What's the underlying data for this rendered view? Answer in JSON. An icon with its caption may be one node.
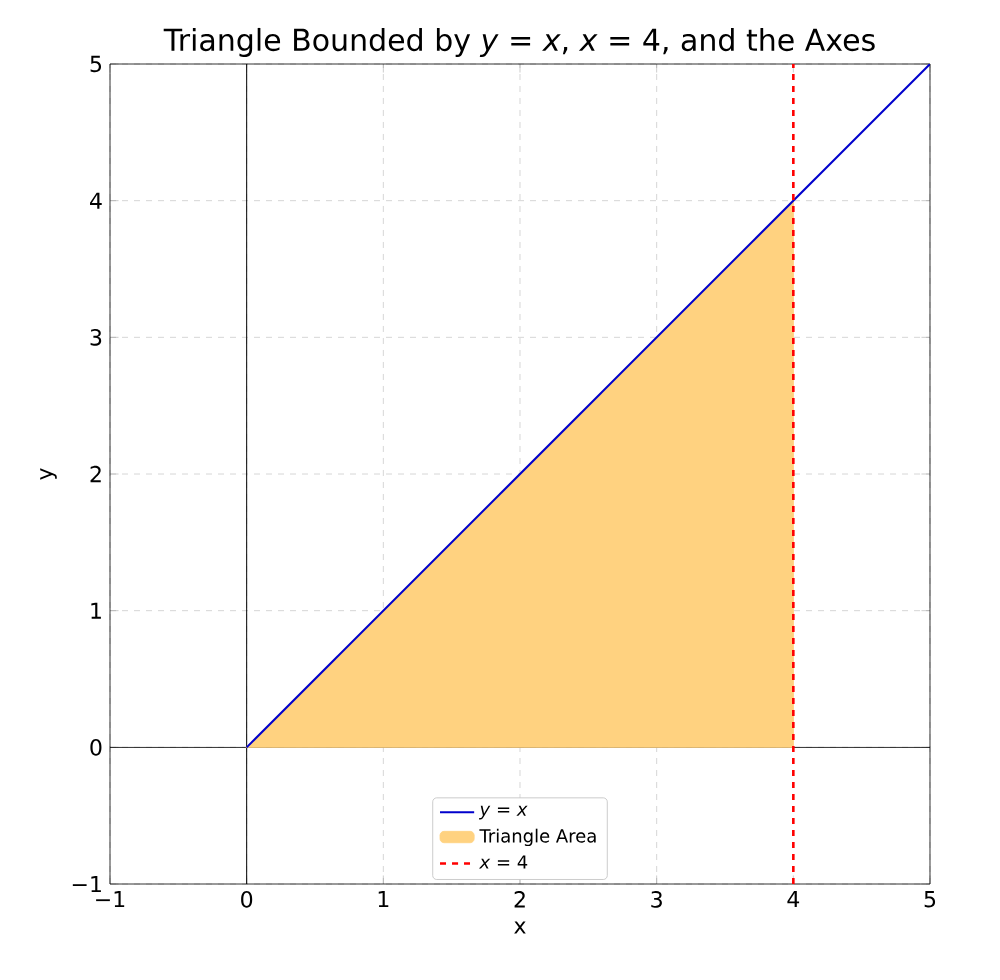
{
  "diagram": {
    "chart_data": {
      "type": "line",
      "title": "Triangle Bounded by *y* = *x*, *x* = 4, and the Axes",
      "xlabel": "x",
      "ylabel": "y",
      "xlim": [
        -1,
        5
      ],
      "ylim": [
        -1,
        5
      ],
      "xticks": [
        -1,
        0,
        1,
        2,
        3,
        4,
        5
      ],
      "yticks": [
        -1,
        0,
        1,
        2,
        3,
        4,
        5
      ],
      "grid": true,
      "legend": true,
      "series": [
        {
          "name": "*y* = *x*",
          "color": "#0000cc",
          "x": [
            0,
            5
          ],
          "values": [
            0,
            5
          ]
        },
        {
          "name": "Triangle Area",
          "color": "#ffd280",
          "x": [
            0,
            4
          ],
          "values": [
            0,
            4
          ],
          "type": "area"
        },
        {
          "name": "*x* = 4",
          "color": "#ff0000",
          "x": [
            4,
            4
          ],
          "values": [
            -1,
            5
          ],
          "line_style": "dashed"
        }
      ]
    }
  }
}
